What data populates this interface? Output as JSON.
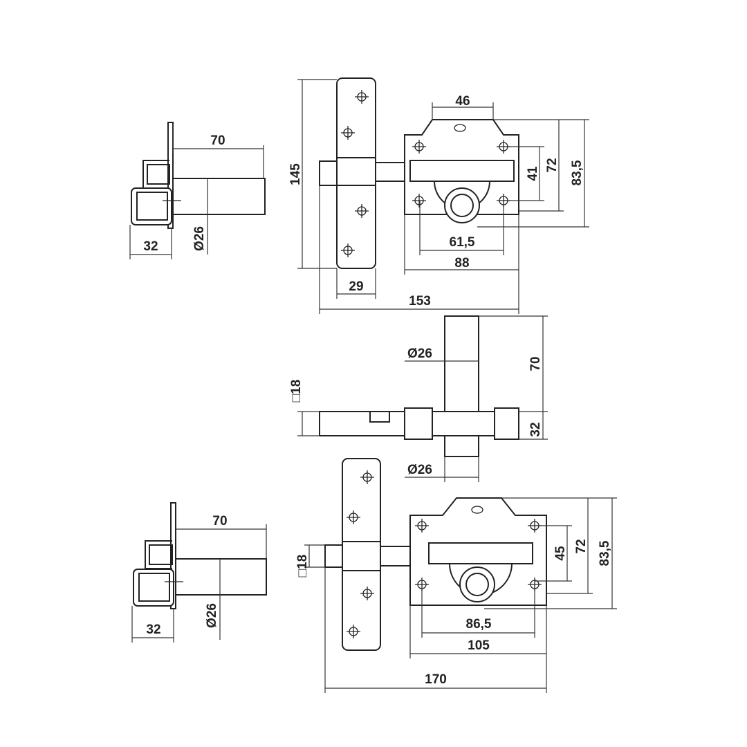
{
  "top_left_view": {
    "length": "70",
    "knob_width": "32",
    "diameter": "Ø26"
  },
  "top_right_view": {
    "height": "145",
    "plate_width": "29",
    "total_width": "153",
    "top_width": "46",
    "hole_spacing_v": "41",
    "height_mid": "72",
    "height_total": "83,5",
    "hole_spacing_h": "61,5",
    "body_width": "88"
  },
  "middle_view": {
    "diameter_top": "Ø26",
    "length": "70",
    "bolt_square": "□18",
    "depth": "32",
    "diameter_bottom": "Ø26"
  },
  "bottom_left_view": {
    "length": "70",
    "knob_width": "32",
    "diameter": "Ø26"
  },
  "bottom_right_view": {
    "bolt_square": "□18",
    "hole_spacing_v": "45",
    "height_mid": "72",
    "height_total": "83,5",
    "hole_spacing_h": "86,5",
    "body_width": "105",
    "total_width": "170"
  }
}
